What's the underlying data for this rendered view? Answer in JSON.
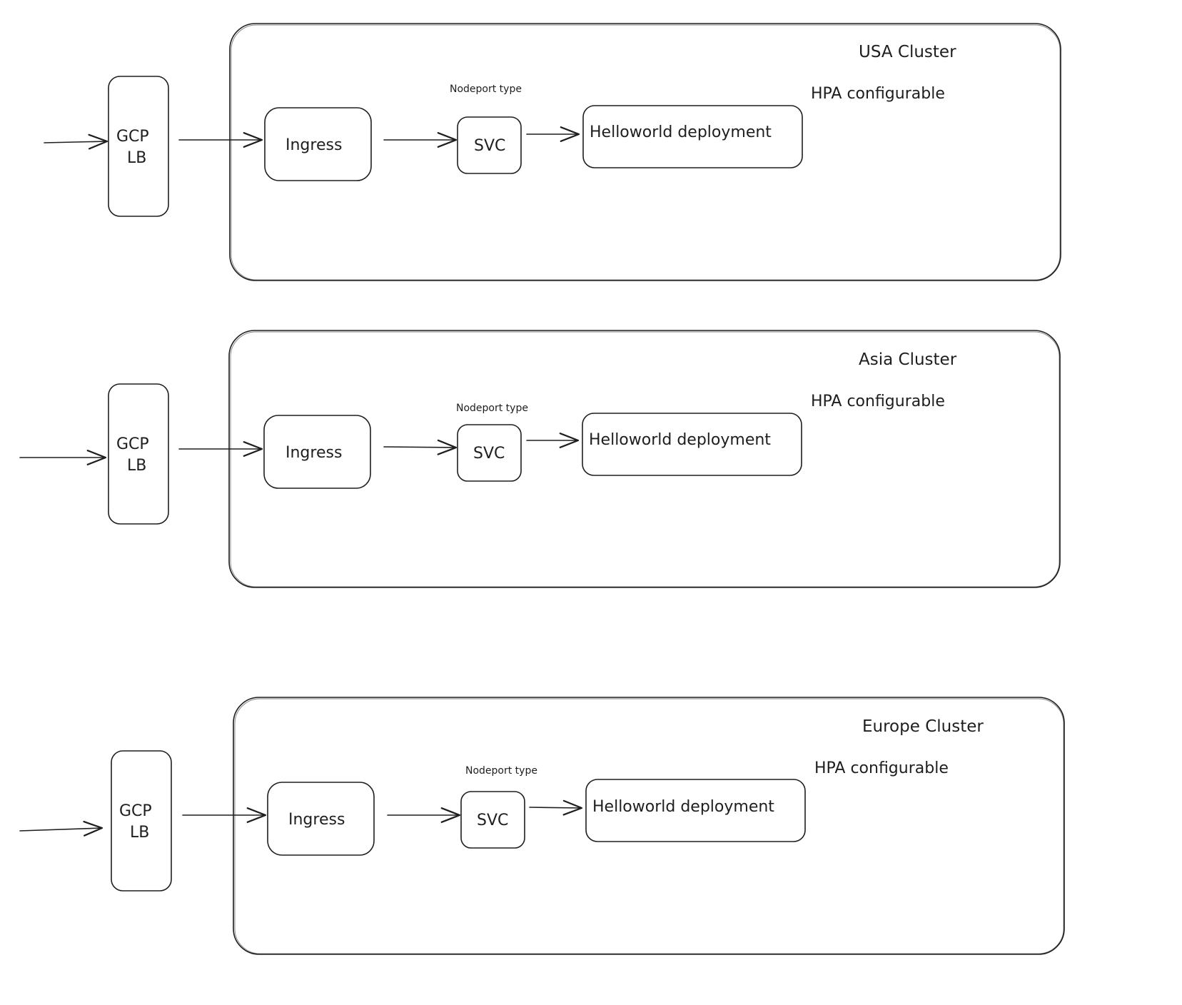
{
  "clusters": [
    {
      "title": "USA Cluster",
      "hpa": "HPA configurable",
      "lb": [
        "GCP",
        "LB"
      ],
      "ingress": "Ingress",
      "svc": "SVC",
      "svc_note": "Nodeport type",
      "deployment": "Helloworld deployment"
    },
    {
      "title": "Asia Cluster",
      "hpa": "HPA configurable",
      "lb": [
        "GCP",
        "LB"
      ],
      "ingress": "Ingress",
      "svc": "SVC",
      "svc_note": "Nodeport type",
      "deployment": "Helloworld deployment"
    },
    {
      "title": "Europe Cluster",
      "hpa": "HPA configurable",
      "lb": [
        "GCP",
        "LB"
      ],
      "ingress": "Ingress",
      "svc": "SVC",
      "svc_note": "Nodeport type",
      "deployment": "Helloworld deployment"
    }
  ]
}
